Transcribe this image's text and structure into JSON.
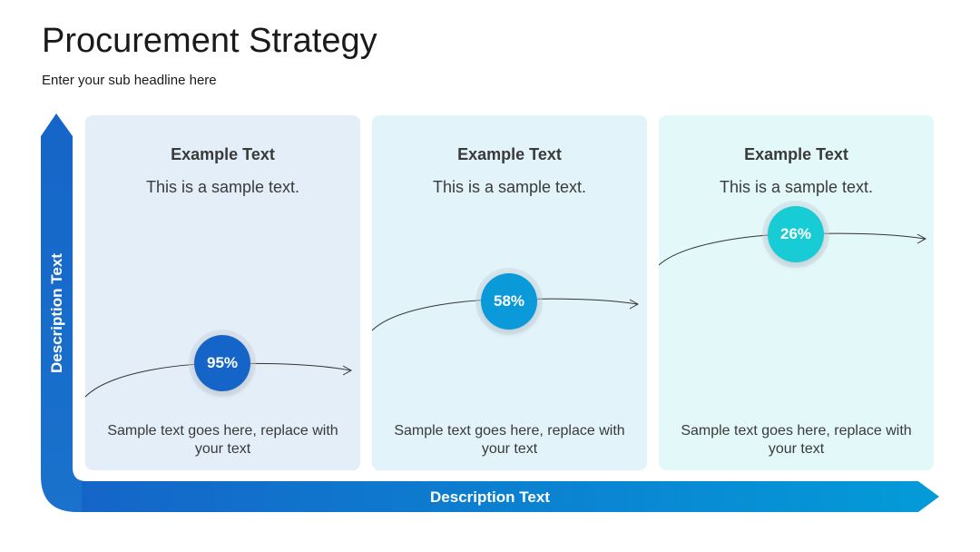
{
  "header": {
    "title": "Procurement Strategy",
    "subtitle": "Enter your sub headline here"
  },
  "axes": {
    "y_label": "Description Text",
    "x_label": "Description Text",
    "colors": {
      "start": "#1565c8",
      "end": "#039bd8"
    }
  },
  "panels": [
    {
      "title": "Example Text",
      "text": "This is a sample text.",
      "value": "95%",
      "footer": "Sample text goes here, replace with your text",
      "bg": "#e4eef8",
      "badge_color": "#1565c8"
    },
    {
      "title": "Example Text",
      "text": "This is a sample text.",
      "value": "58%",
      "footer": "Sample text goes here, replace with your text",
      "bg": "#e2f3fa",
      "badge_color": "#0a9ad9"
    },
    {
      "title": "Example Text",
      "text": "This is a sample text.",
      "value": "26%",
      "footer": "Sample text goes here, replace with your text",
      "bg": "#e3f8f9",
      "badge_color": "#18ccd6"
    }
  ]
}
